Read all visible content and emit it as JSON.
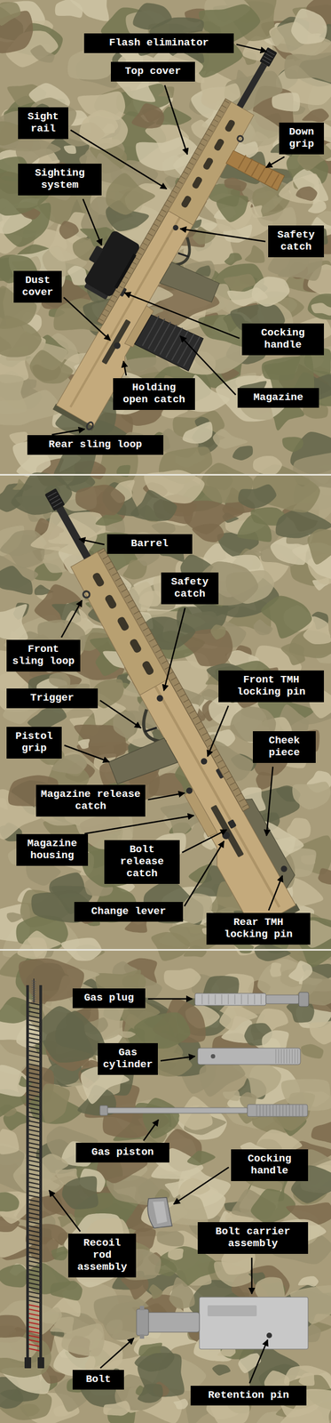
{
  "diagram": {
    "nodes": [
      {
        "text": [
          "Flash eliminator"
        ]
      },
      {
        "text": [
          "Top cover"
        ]
      },
      {
        "text": [
          "Sight rail"
        ]
      },
      {
        "text": [
          "Down grip"
        ]
      },
      {
        "text": [
          "Sighting system"
        ]
      },
      {
        "text": [
          "Safety catch"
        ]
      },
      {
        "text": [
          "Dust cover"
        ]
      },
      {
        "text": [
          "Cocking handle"
        ]
      },
      {
        "text": [
          "Holding open catch"
        ]
      },
      {
        "text": [
          "Magazine"
        ]
      },
      {
        "text": [
          "Rear sling loop"
        ]
      },
      {
        "text": [
          "Barrel"
        ]
      },
      {
        "text": [
          "Safety catch"
        ]
      },
      {
        "text": [
          "Front sling loop"
        ]
      },
      {
        "text": [
          "Front TMH locking pin"
        ]
      },
      {
        "text": [
          "Trigger"
        ]
      },
      {
        "text": [
          "Pistol grip"
        ]
      },
      {
        "text": [
          "Cheek piece"
        ]
      },
      {
        "text": [
          "Magazine release catch"
        ]
      },
      {
        "text": [
          "Magazine housing"
        ]
      },
      {
        "text": [
          "Bolt release catch"
        ]
      },
      {
        "text": [
          "Change lever"
        ]
      },
      {
        "text": [
          "Rear TMH locking pin"
        ]
      },
      {
        "text": [
          "Gas plug"
        ]
      },
      {
        "text": [
          "Gas cylinder"
        ]
      },
      {
        "text": [
          "Gas piston"
        ]
      },
      {
        "text": [
          "Cocking handle"
        ]
      },
      {
        "text": [
          "Bolt carrier assembly"
        ]
      },
      {
        "text": [
          "Recoil rod assembly"
        ]
      },
      {
        "text": [
          "Bolt"
        ]
      },
      {
        "text": [
          "Retention pin"
        ]
      }
    ]
  }
}
